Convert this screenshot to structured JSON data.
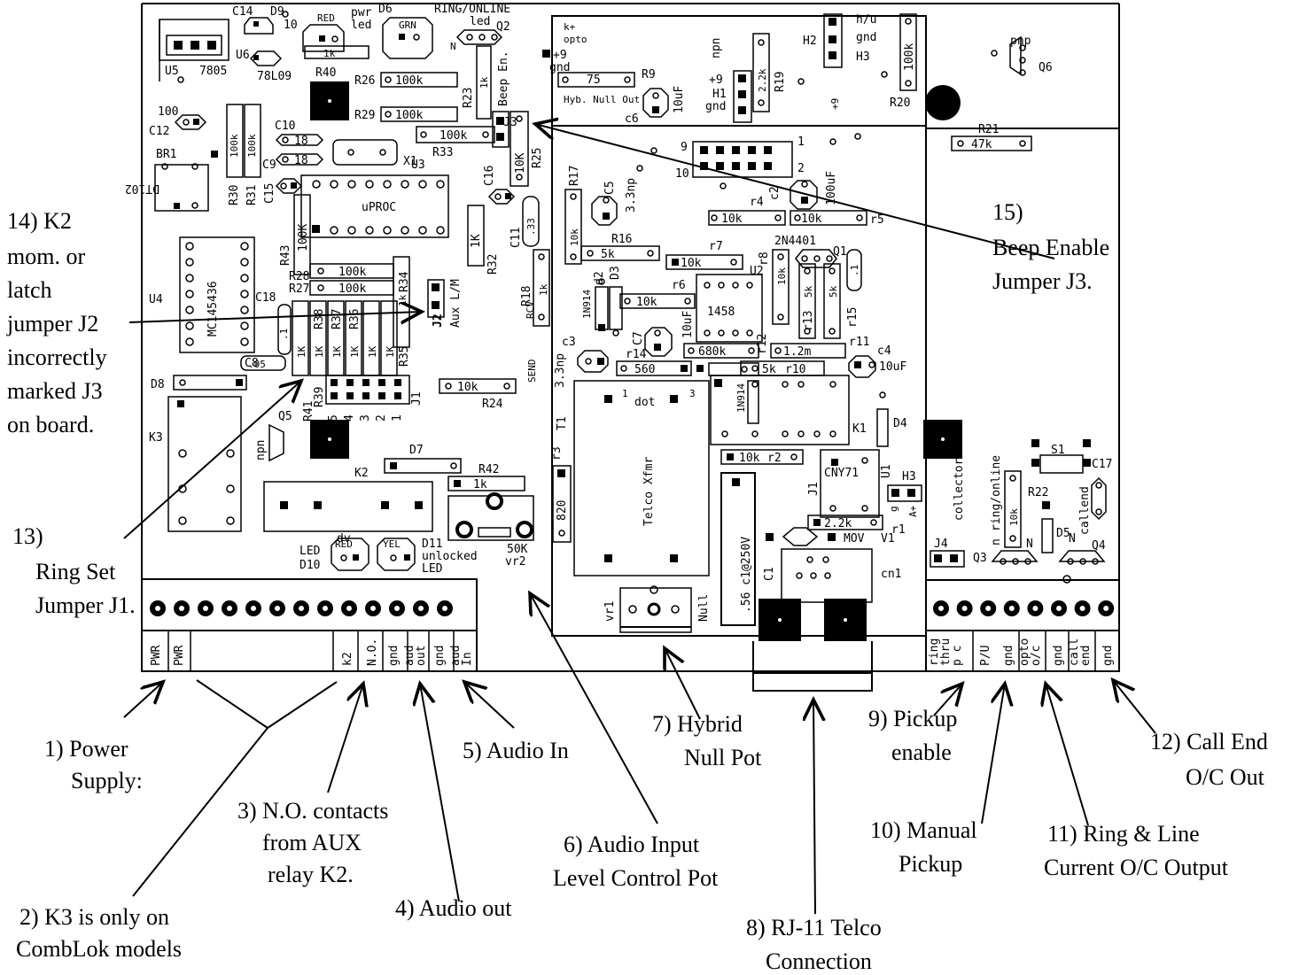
{
  "board": {
    "components": {
      "u5": "U5",
      "v7805": "7805",
      "u6": "U6",
      "v78l09": "78L09",
      "c14": "C14",
      "d9": "D9",
      "d9v": "10",
      "red1": "RED",
      "pwr": "pwr",
      "led": "led",
      "r40v": "1k",
      "r40": "R40",
      "d6": "D6",
      "grn": "GRN",
      "ringonline": "RING/ONLINE",
      "led2": "led",
      "q2": "Q2",
      "n": "N",
      "r26": "R26",
      "r26v": "100k",
      "r29": "R29",
      "r29v": "100k",
      "r23": "R23",
      "r23v": "1k",
      "beepen": "Beep En.",
      "j3": "J3",
      "c12v": "100",
      "c12": "C12",
      "r30": "R30",
      "r31": "R31",
      "r30v": "100k",
      "r31v": "100k",
      "c10": "C10",
      "c10v": "18",
      "c9": "C9",
      "c9v": "18",
      "x1": "X1",
      "r33v": "100k",
      "r33": "R33",
      "r25": "R25",
      "r25v": "10K",
      "u3": "U3",
      "br1": "BR1",
      "dt102": "DT102",
      "c15": "C15",
      "uproc": "uPROC",
      "c16": "C16",
      "c11": "C11",
      "c11v": ".33",
      "r43": "R43",
      "r43v": "100K",
      "r32": "R32",
      "r32v": "1K",
      "u4": "U4",
      "mc": "MC145436",
      "r28": "R28",
      "r27": "R27",
      "r28v": "100k",
      "r27v": "100k",
      "r34": "R34",
      "r34v": "1k",
      "j2": "J2",
      "auxlm": "Aux L/M",
      "c18": "C18",
      "c18v": ".1",
      "r38": "R38",
      "r37": "R37",
      "r36": "R36",
      "r35": "R35",
      "r1k": "1K",
      "c8": "C8",
      "c8v": ".05",
      "d8": "D8",
      "r39": "R39",
      "r41": "R41",
      "j1a": "J1",
      "jnums": [
        "5",
        "4",
        "3",
        "2",
        "1"
      ],
      "r24": "R24",
      "r24v": "10k",
      "k3": "K3",
      "q5": "Q5",
      "npn": "npn",
      "k2": "K2",
      "d7": "D7",
      "r42": "R42",
      "r42v": "1k",
      "dv": "dv",
      "ledl": "LED",
      "d10": "D10",
      "red2": "RED",
      "yel": "YEL",
      "d11": "D11",
      "unlocked": "unlocked",
      "led3": "LED",
      "vr2v": "50K",
      "vr2": "vr2",
      "kopto": "k+",
      "opto": "opto",
      "p9": "+9",
      "gnd": "gnd",
      "r9v": "75",
      "r9": "R9",
      "hybnull": "Hyb. Null Out",
      "c6": "c6",
      "c6v": "10uF",
      "npn2": "npn",
      "p9b": "+9",
      "h1": "H1",
      "gnd2": "gnd",
      "r19v": "2.2k",
      "r19": "R19",
      "h2": "H2",
      "hu": "h/u",
      "gnd3": "gnd",
      "h3": "H3",
      "r20v": "100k",
      "r20": "R20",
      "pnp": "pnp",
      "q6": "Q6",
      "r21": "R21",
      "r21v": "47k",
      "c5": "C5",
      "c5v": "3.3np",
      "r17": "R17",
      "r17v": "10k",
      "r16": "R16",
      "r16v": "5k",
      "c2": "c2",
      "c2v": "100uF",
      "r4": "r4",
      "r4v": "10k",
      "r5v": "10k",
      "r5": "r5",
      "h9": "9",
      "h10": "10",
      "h1p": "1",
      "h2p": "2",
      "r7": "r7",
      "r7v": "10k",
      "u2": "U2",
      "q1n": "2N4401",
      "q1": "Q1",
      "r8": "r8",
      "r8v": "10k",
      "r13": "r13",
      "r13v": "5k",
      "r15": "r15",
      "r15v": "5k",
      "q1v": ".1",
      "r18": "R18",
      "r18v": "1k",
      "d2": "d2",
      "d3": "D3",
      "d1n": "1N914",
      "r6": "r6",
      "r6v": "10k",
      "c7": "C7",
      "c7v": "10uF",
      "op": "1458",
      "c3": "c3",
      "c3v": "3.3np",
      "r14": "r14",
      "r14v": "560",
      "r12v": "680k",
      "r12": "r12",
      "r11v": "1.2m",
      "r11": "r11",
      "c4": "c4",
      "c4v": "10uF",
      "r10v": "5k",
      "r10": "r10",
      "send": "SEND",
      "rcv": "RCV",
      "t1": "T1",
      "dot": "dot",
      "telco": "Telco Xfmr",
      "d1n2": "1N914",
      "k1": "K1",
      "d4": "D4",
      "r2v": "10k",
      "r2": "r2",
      "cny": "CNY71",
      "u1": "U1",
      "h3b": "H3",
      "j1b": "J1",
      "r1v": "2.2k",
      "r1": "r1",
      "mov": "MOV",
      "v1": "V1",
      "cn1": "cn1",
      "c1": "C1",
      "c1v": ".56 c1@250V",
      "r3": "r3",
      "r3v": "820",
      "vr1": "vr1",
      "null": "Null",
      "collector": "collector",
      "j4": "J4",
      "q3": "Q3",
      "n2": "n",
      "ringonline2": "ring/online",
      "r22": "R22",
      "r22v": "10k",
      "n3": "N",
      "s1": "S1",
      "c17": "C17",
      "callend": "callend",
      "d5": "D5",
      "q4": "Q4",
      "n4": "N"
    },
    "terminals_left": [
      "PWR",
      "PWR",
      "",
      "",
      "",
      "",
      "",
      "k2",
      "N.O.",
      "gnd",
      "aud out",
      "gnd",
      "aud In"
    ],
    "terminals_right": [
      "ring thru p c",
      "P/U",
      "gnd",
      "opto o/c",
      "gnd",
      "call end",
      "gnd"
    ]
  },
  "callouts": {
    "c1": [
      "1) Power",
      "Supply:"
    ],
    "c2": [
      "2) K3 is only on",
      "CombLok models"
    ],
    "c3": [
      "3) N.O. contacts",
      "from AUX",
      "relay K2."
    ],
    "c4": [
      "4) Audio out"
    ],
    "c5": [
      "5) Audio In"
    ],
    "c6": [
      "6) Audio Input",
      "Level Control Pot"
    ],
    "c7": [
      "7) Hybrid",
      "Null Pot"
    ],
    "c8": [
      "8) RJ-11 Telco",
      "Connection"
    ],
    "c9": [
      "9) Pickup",
      "enable"
    ],
    "c10": [
      "10) Manual",
      "Pickup"
    ],
    "c11": [
      "11) Ring & Line",
      "Current O/C Output"
    ],
    "c12": [
      "12) Call End",
      "O/C Out"
    ],
    "c13": [
      "13)",
      "Ring Set",
      "Jumper J1."
    ],
    "c14": [
      "14) K2",
      "mom. or",
      "latch",
      "jumper J2",
      "incorrectly",
      "marked J3",
      "on board."
    ],
    "c15": [
      "15)",
      "Beep Enable",
      "Jumper J3."
    ]
  }
}
